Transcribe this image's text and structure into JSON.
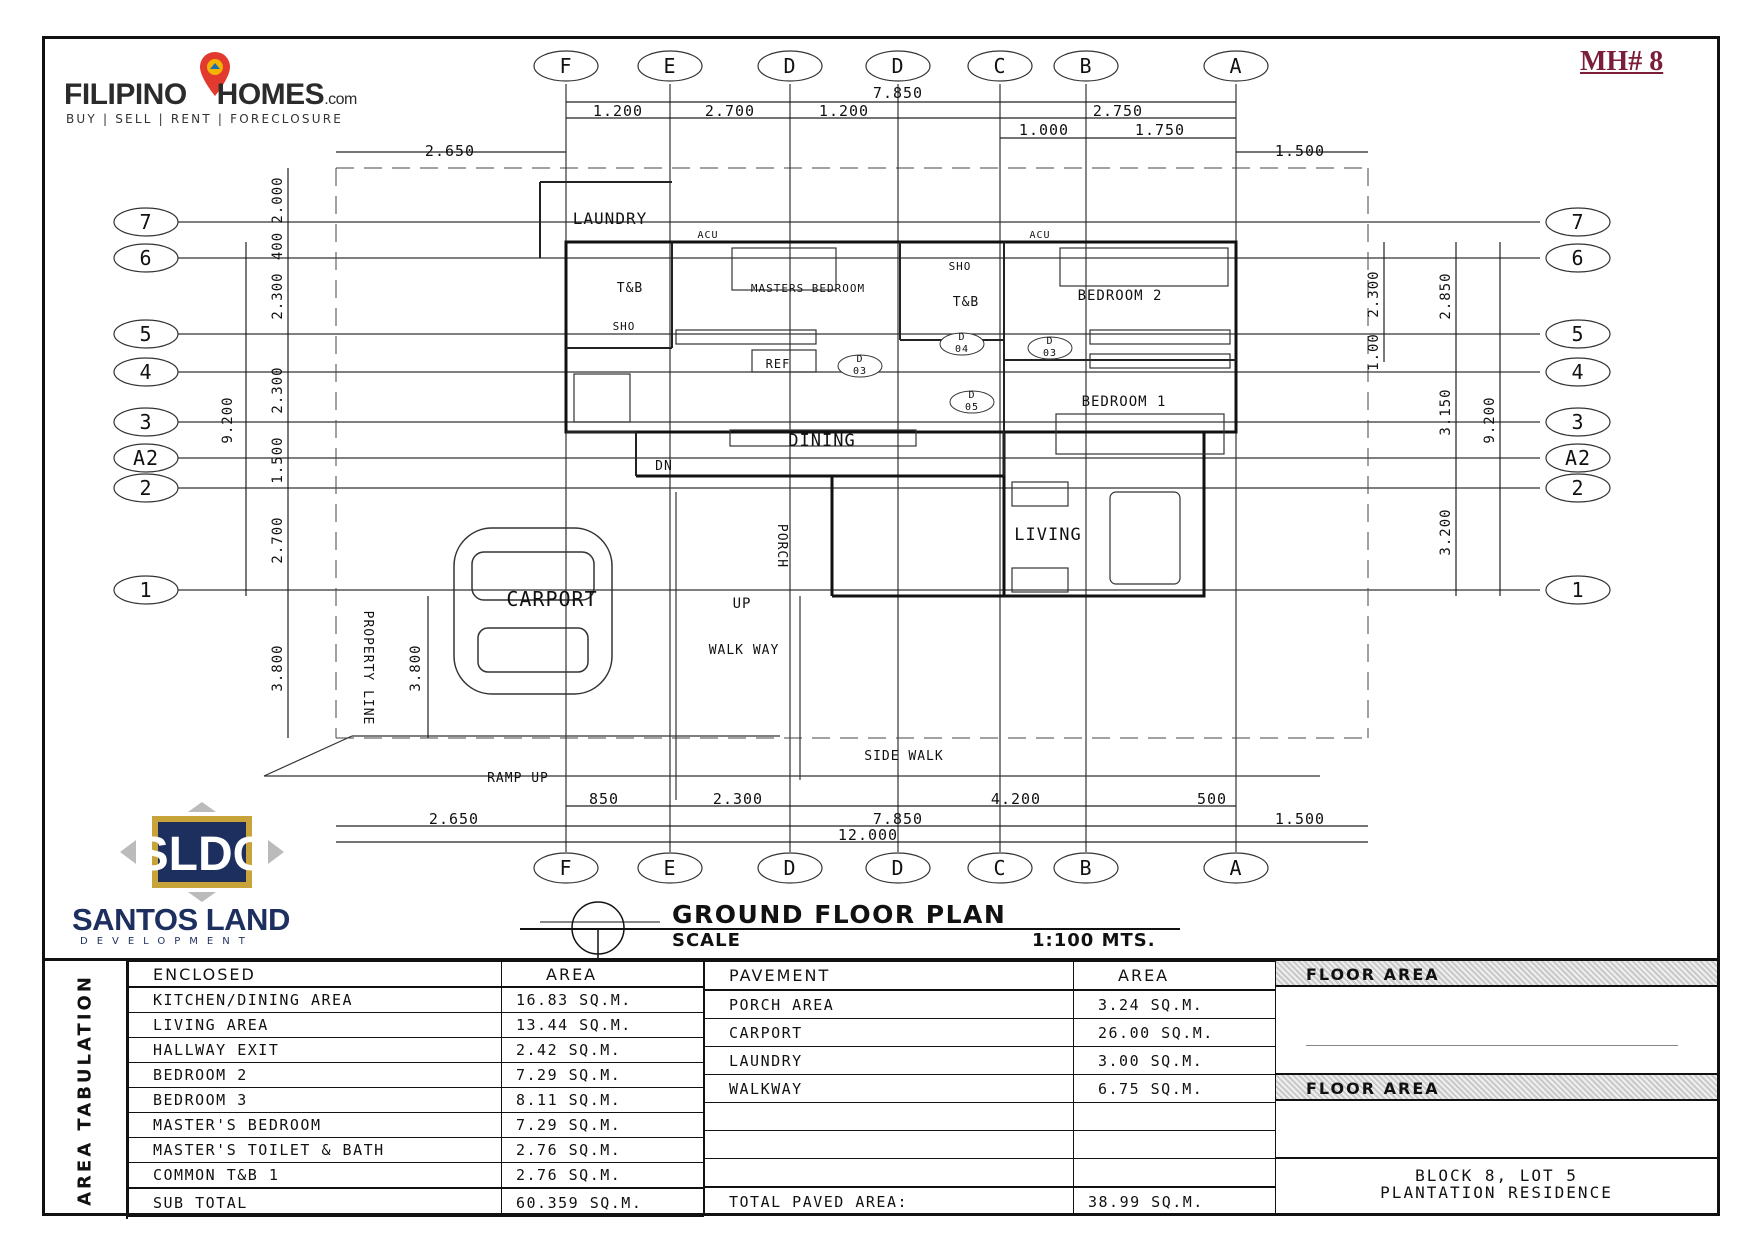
{
  "header": {
    "brand_main": "FILIPINO",
    "brand_second": "HOMES",
    "brand_suffix": ".com",
    "brand_tagline": "BUY | SELL | RENT | FORECLOSURE",
    "sheet_id": "MH# 8"
  },
  "developer": {
    "monogram": "SLDC",
    "name": "SANTOS LAND",
    "subtitle": "DEVELOPMENT"
  },
  "title_block": {
    "title": "GROUND FLOOR PLAN",
    "scale_label": "SCALE",
    "scale_value": "1:100 MTS."
  },
  "grid": {
    "columns": [
      "F",
      "E",
      "D",
      "D",
      "C",
      "B",
      "A"
    ],
    "rows": [
      "7",
      "6",
      "5",
      "4",
      "3",
      "A2",
      "2",
      "1"
    ]
  },
  "dimensions": {
    "top_total": "7.850",
    "top": [
      "1.200",
      "2.700",
      "1.200",
      "2.750"
    ],
    "top_sub": [
      "1.000",
      "1.750"
    ],
    "top_left": "2.650",
    "top_right": "1.500",
    "bottom_mid": [
      "850",
      "2.300",
      "4.200",
      "500"
    ],
    "bottom": [
      "2.650",
      "7.850",
      "1.500"
    ],
    "bottom_total": "12.000",
    "left_outer": "9.200",
    "left": [
      "2.000",
      "400",
      "2.300",
      "2.300",
      "1.500",
      "2.700",
      "3.800"
    ],
    "left_carport": "3.800",
    "right_inner": [
      "2.300",
      "1.00"
    ],
    "right_mid": [
      "2.850",
      "3.150",
      "3.200"
    ],
    "right_outer": "9.200"
  },
  "rooms": {
    "laundry": "LAUNDRY",
    "masters_bedroom": "MASTERS BEDROOM",
    "tb_left": "T&B",
    "tb_right": "T&B",
    "sho_left": "SHO",
    "sho_right": "SHO",
    "bedroom2": "BEDROOM 2",
    "bedroom1": "BEDROOM 1",
    "dining": "DINING",
    "ref": "REF",
    "living": "LIVING",
    "carport": "CARPORT",
    "porch": "PORCH",
    "walkway": "WALK WAY",
    "sidewalk": "SIDE WALK",
    "ramp": "RAMP UP",
    "property_line": "PROPERTY LINE",
    "up": "UP",
    "dn": "DN",
    "acu": "ACU",
    "doors": [
      "D\n03",
      "D\n04",
      "D\n03",
      "D\n05"
    ]
  },
  "tabulation": {
    "side_label": "AREA TABULATION",
    "enclosed": {
      "col_label": "ENCLOSED",
      "col_area": "AREA",
      "rows": [
        {
          "label": "KITCHEN/DINING AREA",
          "area": "16.83 SQ.M."
        },
        {
          "label": "LIVING AREA",
          "area": "13.44 SQ.M."
        },
        {
          "label": "HALLWAY EXIT",
          "area": "2.42 SQ.M."
        },
        {
          "label": "BEDROOM 2",
          "area": "7.29 SQ.M."
        },
        {
          "label": "BEDROOM 3",
          "area": "8.11 SQ.M."
        },
        {
          "label": "MASTER'S BEDROOM",
          "area": "7.29 SQ.M."
        },
        {
          "label": "MASTER'S TOILET & BATH",
          "area": "2.76 SQ.M."
        },
        {
          "label": "COMMON T&B 1",
          "area": "2.76 SQ.M."
        }
      ],
      "total_label": "SUB TOTAL",
      "total_area": "60.359 SQ.M."
    },
    "pavement": {
      "col_label": "PAVEMENT",
      "col_area": "AREA",
      "rows": [
        {
          "label": "PORCH AREA",
          "area": "3.24 SQ.M."
        },
        {
          "label": "CARPORT",
          "area": "26.00 SQ.M."
        },
        {
          "label": "LAUNDRY",
          "area": "3.00 SQ.M."
        },
        {
          "label": "WALKWAY",
          "area": "6.75 SQ.M."
        },
        {
          "label": "",
          "area": ""
        },
        {
          "label": "",
          "area": ""
        },
        {
          "label": "",
          "area": ""
        }
      ],
      "total_label": "TOTAL PAVED AREA:",
      "total_area": "38.99 SQ.M."
    },
    "floor_area_label_1": "FLOOR AREA",
    "floor_area_label_2": "FLOOR AREA",
    "block_line1": "BLOCK 8, LOT 5",
    "block_line2": "PLANTATION RESIDENCE"
  }
}
